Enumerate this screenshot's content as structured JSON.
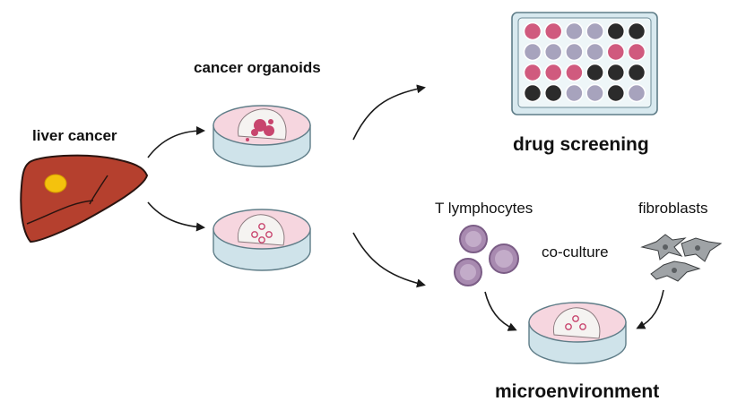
{
  "labels": {
    "liver_cancer": "liver cancer",
    "cancer_organoids": "cancer organoids",
    "drug_screening": "drug screening",
    "t_lymphocytes": "T lymphocytes",
    "fibroblasts": "fibroblasts",
    "co_culture": "co-culture",
    "microenvironment": "microenvironment"
  },
  "colors": {
    "liver_fill": "#b5402e",
    "liver_outline": "#2a1410",
    "tumor": "#f4c20d",
    "dish_base": "#cfe3ea",
    "dish_inner": "#f6d6df",
    "matrigel": "#f5f3f1",
    "organoid_pink": "#c8456e",
    "cell_purple": "#a88ab0",
    "cell_ring": "#7b5d86",
    "fibroblast": "#9fa3a6",
    "plate_frame": "#d8e9ef",
    "well_pink": "#d05a7e",
    "well_lavender": "#a7a3bd",
    "well_black": "#2b2b2b",
    "arrow": "#1a1a1a"
  },
  "plate_wells": [
    [
      "pink",
      "pink",
      "lavender",
      "lavender",
      "black",
      "black"
    ],
    [
      "lavender",
      "lavender",
      "lavender",
      "lavender",
      "pink",
      "pink"
    ],
    [
      "pink",
      "pink",
      "pink",
      "black",
      "black",
      "black"
    ],
    [
      "black",
      "black",
      "lavender",
      "lavender",
      "black",
      "lavender"
    ]
  ]
}
